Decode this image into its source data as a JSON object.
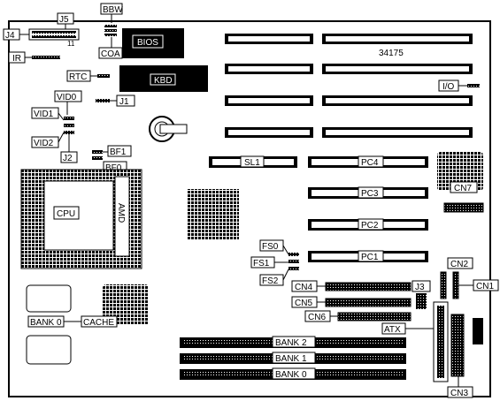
{
  "board_id": "34175",
  "labels": {
    "bbw": "BBW",
    "j5": "J5",
    "j4": "J4",
    "j4_pin": "11",
    "coa": "COA",
    "ir": "IR",
    "rtc": "RTC",
    "j1": "J1",
    "vid0": "VID0",
    "vid1": "VID1",
    "vid2": "VID2",
    "j2": "J2",
    "bf1": "BF1",
    "bf0": "BF0",
    "io": "I/O",
    "cn7": "CN7",
    "sl1": "SL1",
    "pc4": "PC4",
    "pc3": "PC3",
    "pc2": "PC2",
    "pc1": "PC1",
    "fs0": "FS0",
    "fs1": "FS1",
    "fs2": "FS2",
    "cn2": "CN2",
    "cn1": "CN1",
    "cn4": "CN4",
    "j3": "J3",
    "cn5": "CN5",
    "cn6": "CN6",
    "atx": "ATX",
    "bank0_cache": "BANK 0",
    "cache": "CACHE",
    "bank2": "BANK 2",
    "bank1": "BANK 1",
    "bank0": "BANK 0",
    "cn3": "CN3"
  },
  "chips": {
    "bios": "BIOS",
    "kbd": "KBD",
    "cpu": "CPU",
    "amd": "AMD"
  }
}
